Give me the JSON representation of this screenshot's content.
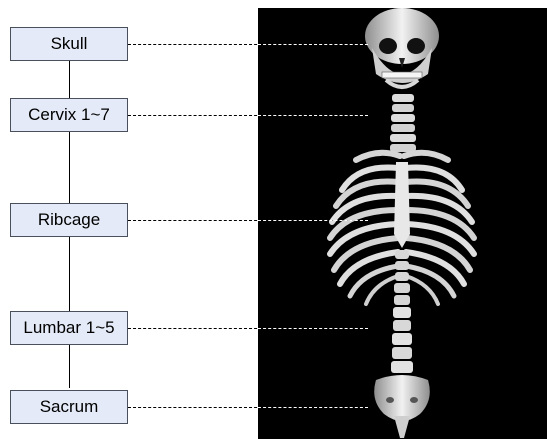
{
  "labels": {
    "skull": "Skull",
    "cervix": "Cervix 1~7",
    "ribcage": "Ribcage",
    "lumbar": "Lumbar 1~5",
    "sacrum": "Sacrum"
  },
  "colors": {
    "label_fill": "#e4eaf7",
    "label_border": "#4a4f5c",
    "panel_background": "#000000",
    "bone": "#e6e6e6",
    "leader_line": "#000000"
  },
  "figure": {
    "icon": "skeleton-torso-image"
  }
}
